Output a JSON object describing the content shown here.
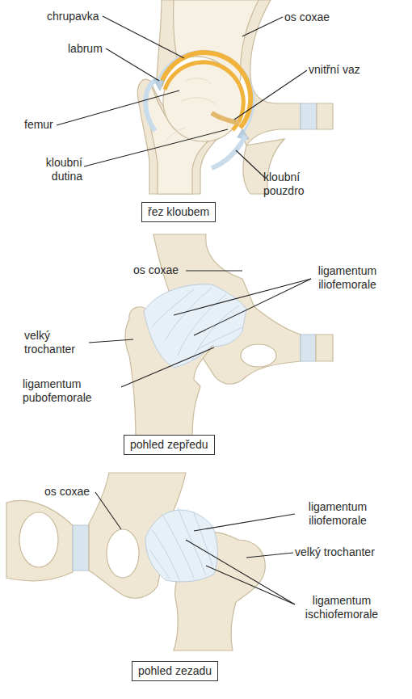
{
  "diagram": {
    "nodes": [
      {
        "text": [
          "řez kloubem"
        ]
      },
      {
        "text": [
          "pohled zepředu"
        ]
      },
      {
        "text": [
          "pohled zezadu"
        ]
      }
    ],
    "labels": [
      "chrupavka",
      "os coxae",
      "labrum",
      "vnitřní vaz",
      "femur",
      "kloubní dutina",
      "kloubní pouzdro",
      "os coxae",
      "ligamentum iliofemorale",
      "velký trochanter",
      "ligamentum pubofemorale",
      "os coxae",
      "ligamentum iliofemorale",
      "velký trochanter",
      "ligamentum ischiofemorale"
    ]
  }
}
